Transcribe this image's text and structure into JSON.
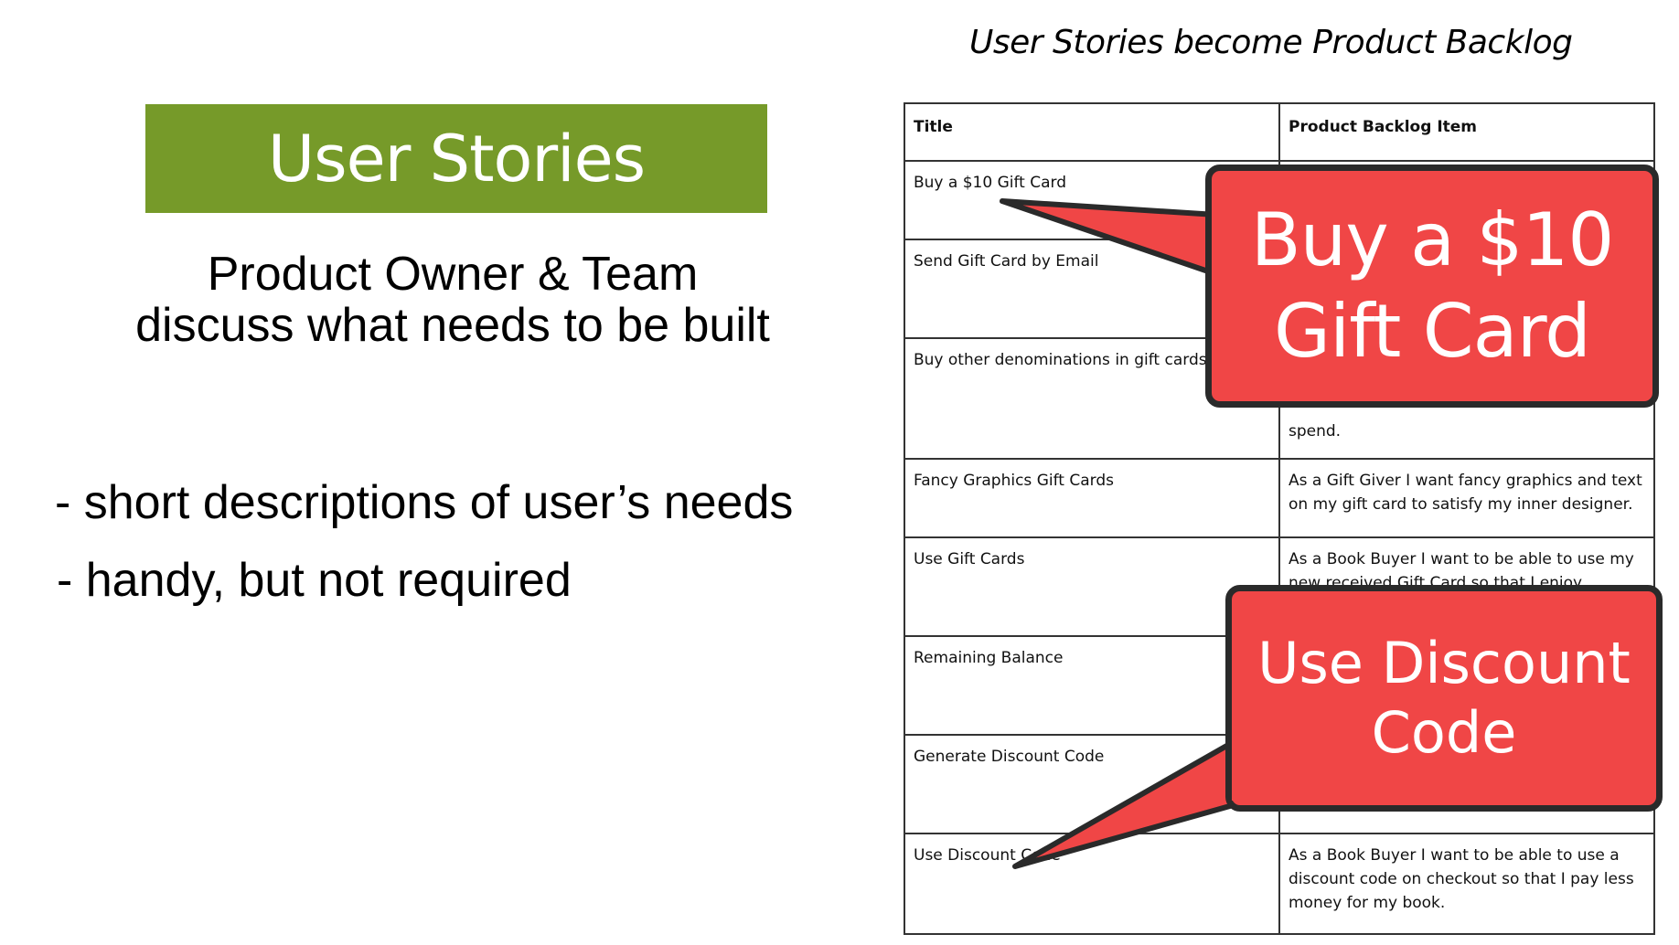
{
  "banner": {
    "title": "User Stories"
  },
  "subtitle": {
    "line1": "Product Owner & Team",
    "line2": "discuss what needs to be built"
  },
  "bullets": [
    "- short descriptions of user’s needs",
    "- handy, but not required"
  ],
  "table": {
    "title": "User Stories become Product Backlog",
    "headers": [
      "Title",
      "Product Backlog Item"
    ],
    "rows": [
      {
        "title": "Buy a $10 Gift Card",
        "item": ""
      },
      {
        "title": "Send Gift Card by Email",
        "item": ""
      },
      {
        "title": "Buy other denominations in gift cards",
        "item": "spend."
      },
      {
        "title": "Fancy Graphics Gift Cards",
        "item": "As a Gift Giver I want fancy graphics and text on my gift card to satisfy my inner designer."
      },
      {
        "title": "Use Gift Cards",
        "item": "As a Book Buyer I want to be able to use my new received Gift Card so that I enjoy another book"
      },
      {
        "title": "Remaining Balance",
        "item": ""
      },
      {
        "title": "Generate Discount Code",
        "item": ""
      },
      {
        "title": "Use Discount Code",
        "item": "As a Book Buyer I want to be able to use a discount code on checkout so that I pay less money for my book."
      }
    ]
  },
  "callouts": {
    "first": {
      "line1": "Buy a $10",
      "line2": "Gift Card"
    },
    "second": {
      "line1": "Use Discount",
      "line2": "Code"
    }
  },
  "colors": {
    "banner_green": "#769a29",
    "callout_red": "#f04646",
    "callout_border": "#2a2a2a"
  }
}
